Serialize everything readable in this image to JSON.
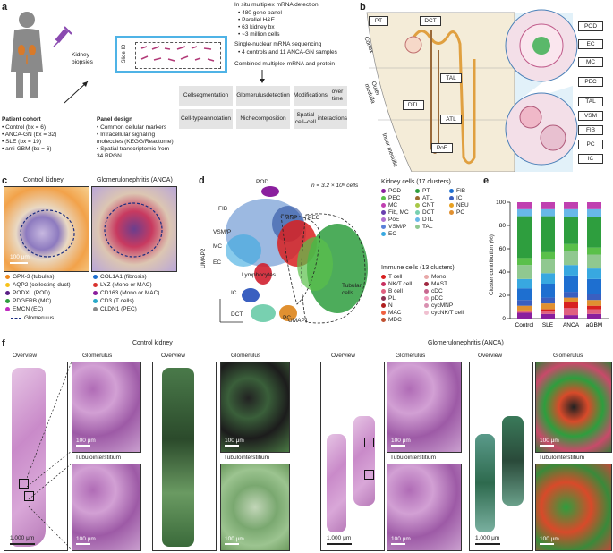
{
  "panels": {
    "a": "a",
    "b": "b",
    "c": "c",
    "d": "d",
    "e": "e",
    "f": "f"
  },
  "a": {
    "slide_id": "Slide ID",
    "kidney_biopsies": [
      "Kidney",
      "biopsies"
    ],
    "cohort_title": "Patient cohort",
    "cohort": [
      "• Control (bx = 6)",
      "• ANCA-GN (bx = 32)",
      "• SLE (bx = 19)",
      "• anti-GBM (bx = 6)"
    ],
    "panel_design_title": "Panel design",
    "panel_design": [
      "• Common cellular markers",
      "• Intracellular signaling",
      "  molecules (KEGG/Reactome)",
      "• Spatial transcriptomic from",
      "  34 RPGN"
    ],
    "insitu_title": "In situ multiplex mRNA detection",
    "insitu": [
      "• 480 gene panel",
      "• Parallel H&E",
      "• 63 kidney bx",
      "• ~3 million cells"
    ],
    "snrna_title": "Single-nuclear mRNA sequencing",
    "snrna": [
      "• 4 controls and 11 ANCA-GN samples"
    ],
    "combined": "Combined multiplex mRNA and protein",
    "boxes": [
      [
        "Cell",
        "segmentation"
      ],
      [
        "Glomerulus",
        "detection"
      ],
      [
        "Modifications",
        "over time"
      ],
      [
        "Cell-type",
        "annotation"
      ],
      [
        "Niche",
        "composition"
      ],
      [
        "Spatial cell–cell",
        "interactions"
      ]
    ]
  },
  "b": {
    "labels_left": [
      "PT",
      "DCT",
      "TAL",
      "DTL",
      "ATL",
      "PoE"
    ],
    "zones": [
      "Cortex",
      "Outer medulla",
      "Inner medulla"
    ],
    "glom_labels": [
      "POD",
      "EC",
      "MC",
      "PEC"
    ],
    "tub_labels": [
      "TAL",
      "VSM",
      "FIB",
      "PC",
      "IC"
    ]
  },
  "c": {
    "titles": [
      "Control kidney",
      "Glomerulonephritis (ANCA)"
    ],
    "scale": "100 μm",
    "legend_left": [
      {
        "label": "GPX-3 (tubules)",
        "color": "#f08a1c"
      },
      {
        "label": "AQP2 (collecting duct)",
        "color": "#f7c21a"
      },
      {
        "label": "PODXL (POD)",
        "color": "#5a1f86"
      },
      {
        "label": "PDGFRB (MC)",
        "color": "#2e9e3e"
      },
      {
        "label": "EMCN (EC)",
        "color": "#c02cc0"
      }
    ],
    "legend_right": [
      {
        "label": "COL1A1 (fibrosis)",
        "color": "#1e6fd0"
      },
      {
        "label": "LYZ (Mono or MAC)",
        "color": "#d8322e"
      },
      {
        "label": "CD163 (Mono or MAC)",
        "color": "#8a1f9e"
      },
      {
        "label": "CD3 (T cells)",
        "color": "#28a8c8"
      },
      {
        "label": "CLDN1 (PEC)",
        "color": "#888888"
      }
    ],
    "glom_legend": "Glomerulus"
  },
  "d": {
    "xlabel": "UMAP1",
    "ylabel": "UMAP2",
    "n_label": "n = 3.2 × 10⁶ cells",
    "cluster_labels": [
      "POD",
      "FIB",
      "VSM/P",
      "MC",
      "MNP",
      "PEC",
      "EC",
      "Lymphocytes",
      "IC",
      "DCT",
      "PC",
      "Tubular",
      "cells"
    ],
    "kidney_title": "Kidney cells (17 clusters)",
    "kidney": [
      {
        "label": "POD",
        "color": "#8a1f9e"
      },
      {
        "label": "PT",
        "color": "#2e9e3e"
      },
      {
        "label": "FIB",
        "color": "#1e6fd0"
      },
      {
        "label": "PEC",
        "color": "#5ac04a"
      },
      {
        "label": "ATL",
        "color": "#9a6a2e"
      },
      {
        "label": "IC",
        "color": "#3a5fc0"
      },
      {
        "label": "MC",
        "color": "#c040b0"
      },
      {
        "label": "CNT",
        "color": "#a8c848"
      },
      {
        "label": "NEU",
        "color": "#e8a020"
      },
      {
        "label": "Fib, MC",
        "color": "#6a40b0"
      },
      {
        "label": "DCT",
        "color": "#78d0b0"
      },
      {
        "label": "PC",
        "color": "#e09030"
      },
      {
        "label": "PoE",
        "color": "#b070d0"
      },
      {
        "label": "DTL",
        "color": "#68b8e8"
      },
      {
        "label": "",
        "color": ""
      },
      {
        "label": "VSM/P",
        "color": "#5a80d8"
      },
      {
        "label": "TAL",
        "color": "#90c890"
      },
      {
        "label": "",
        "color": ""
      },
      {
        "label": "EC",
        "color": "#38a8e0"
      },
      {
        "label": "",
        "color": ""
      },
      {
        "label": "",
        "color": ""
      }
    ],
    "immune_title": "Immune cells (13 clusters)",
    "immune": [
      {
        "label": "T cell",
        "color": "#d82020"
      },
      {
        "label": "Mono",
        "color": "#e8a8a8"
      },
      {
        "label": "NK/T cell",
        "color": "#c83060"
      },
      {
        "label": "MAST",
        "color": "#a02840"
      },
      {
        "label": "B cell",
        "color": "#e06080"
      },
      {
        "label": "cDC",
        "color": "#c86890"
      },
      {
        "label": "PL",
        "color": "#8a3050"
      },
      {
        "label": "pDC",
        "color": "#f0a0c0"
      },
      {
        "label": "N",
        "color": "#b02020"
      },
      {
        "label": "cycMNP",
        "color": "#d890b0"
      },
      {
        "label": "MAC",
        "color": "#f06040"
      },
      {
        "label": "cycNK/T cell",
        "color": "#f0c0d0"
      },
      {
        "label": "MDC",
        "color": "#c05030"
      },
      {
        "label": "",
        "color": ""
      }
    ]
  },
  "e": {
    "ylabel": "Cluster contribution (%)",
    "categories": [
      "Control",
      "SLE",
      "ANCA",
      "aGBM"
    ],
    "yticks": [
      "0",
      "20",
      "40",
      "60",
      "80",
      "100"
    ]
  },
  "chart_data": {
    "type": "bar",
    "stacked": true,
    "categories": [
      "Control",
      "SLE",
      "ANCA",
      "aGBM"
    ],
    "ylabel": "Cluster contribution (%)",
    "ylim": [
      0,
      100
    ],
    "series": [
      {
        "color": "#8a1f9e",
        "values": [
          5,
          4,
          3,
          4
        ]
      },
      {
        "color": "#e06080",
        "values": [
          1,
          2,
          6,
          4
        ]
      },
      {
        "color": "#d82020",
        "values": [
          1,
          2,
          5,
          3
        ]
      },
      {
        "color": "#e09030",
        "values": [
          4,
          5,
          4,
          5
        ]
      },
      {
        "color": "#3a5fc0",
        "values": [
          5,
          5,
          5,
          5
        ]
      },
      {
        "color": "#1e6fd0",
        "values": [
          10,
          12,
          14,
          13
        ]
      },
      {
        "color": "#38a8e0",
        "values": [
          8,
          9,
          9,
          9
        ]
      },
      {
        "color": "#90c890",
        "values": [
          12,
          12,
          12,
          12
        ]
      },
      {
        "color": "#5ac04a",
        "values": [
          6,
          6,
          6,
          6
        ]
      },
      {
        "color": "#2e9e3e",
        "values": [
          36,
          31,
          23,
          26
        ]
      },
      {
        "color": "#68b8e8",
        "values": [
          6,
          6,
          7,
          7
        ]
      },
      {
        "color": "#c040b0",
        "values": [
          6,
          6,
          6,
          6
        ]
      }
    ]
  },
  "f": {
    "titles": [
      "Control kidney",
      "Glomerulonephritis (ANCA)"
    ],
    "overview": "Overview",
    "glomerulus": "Glomerulus",
    "tubulo": "Tubulointerstitium",
    "scale_big": "1,000 μm",
    "scale_small": "100 μm"
  }
}
